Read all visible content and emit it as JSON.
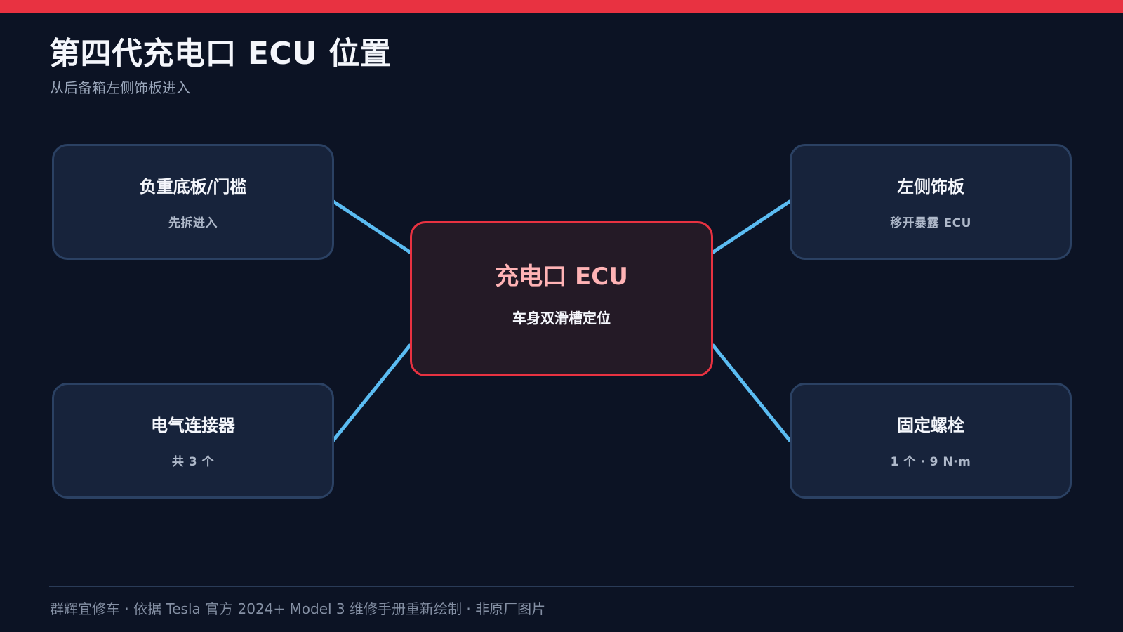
{
  "header": {
    "title": "第四代充电口 ECU 位置",
    "subtitle": "从后备箱左侧饰板进入"
  },
  "diagram": {
    "center": {
      "title": "充电口 ECU",
      "subtitle": "车身双滑槽定位"
    },
    "nodes": {
      "top_left": {
        "title": "负重底板/门槛",
        "subtitle": "先拆进入"
      },
      "top_right": {
        "title": "左侧饰板",
        "subtitle": "移开暴露 ECU"
      },
      "bottom_left": {
        "title": "电气连接器",
        "subtitle": "共 3 个"
      },
      "bottom_right": {
        "title": "固定螺栓",
        "subtitle": "1 个 · 9 N·m"
      }
    }
  },
  "footer": {
    "text": "群辉宜修车 · 依据 Tesla 官方 2024+ Model 3 维修手册重新绘制 · 非原厂图片"
  },
  "colors": {
    "background": "#0c1324",
    "accent": "#e83241",
    "connector": "#5bbcf2",
    "node_fill": "#17233b",
    "node_border": "#2b4163",
    "center_fill": "#241a26",
    "center_title": "#ffb3b5"
  }
}
